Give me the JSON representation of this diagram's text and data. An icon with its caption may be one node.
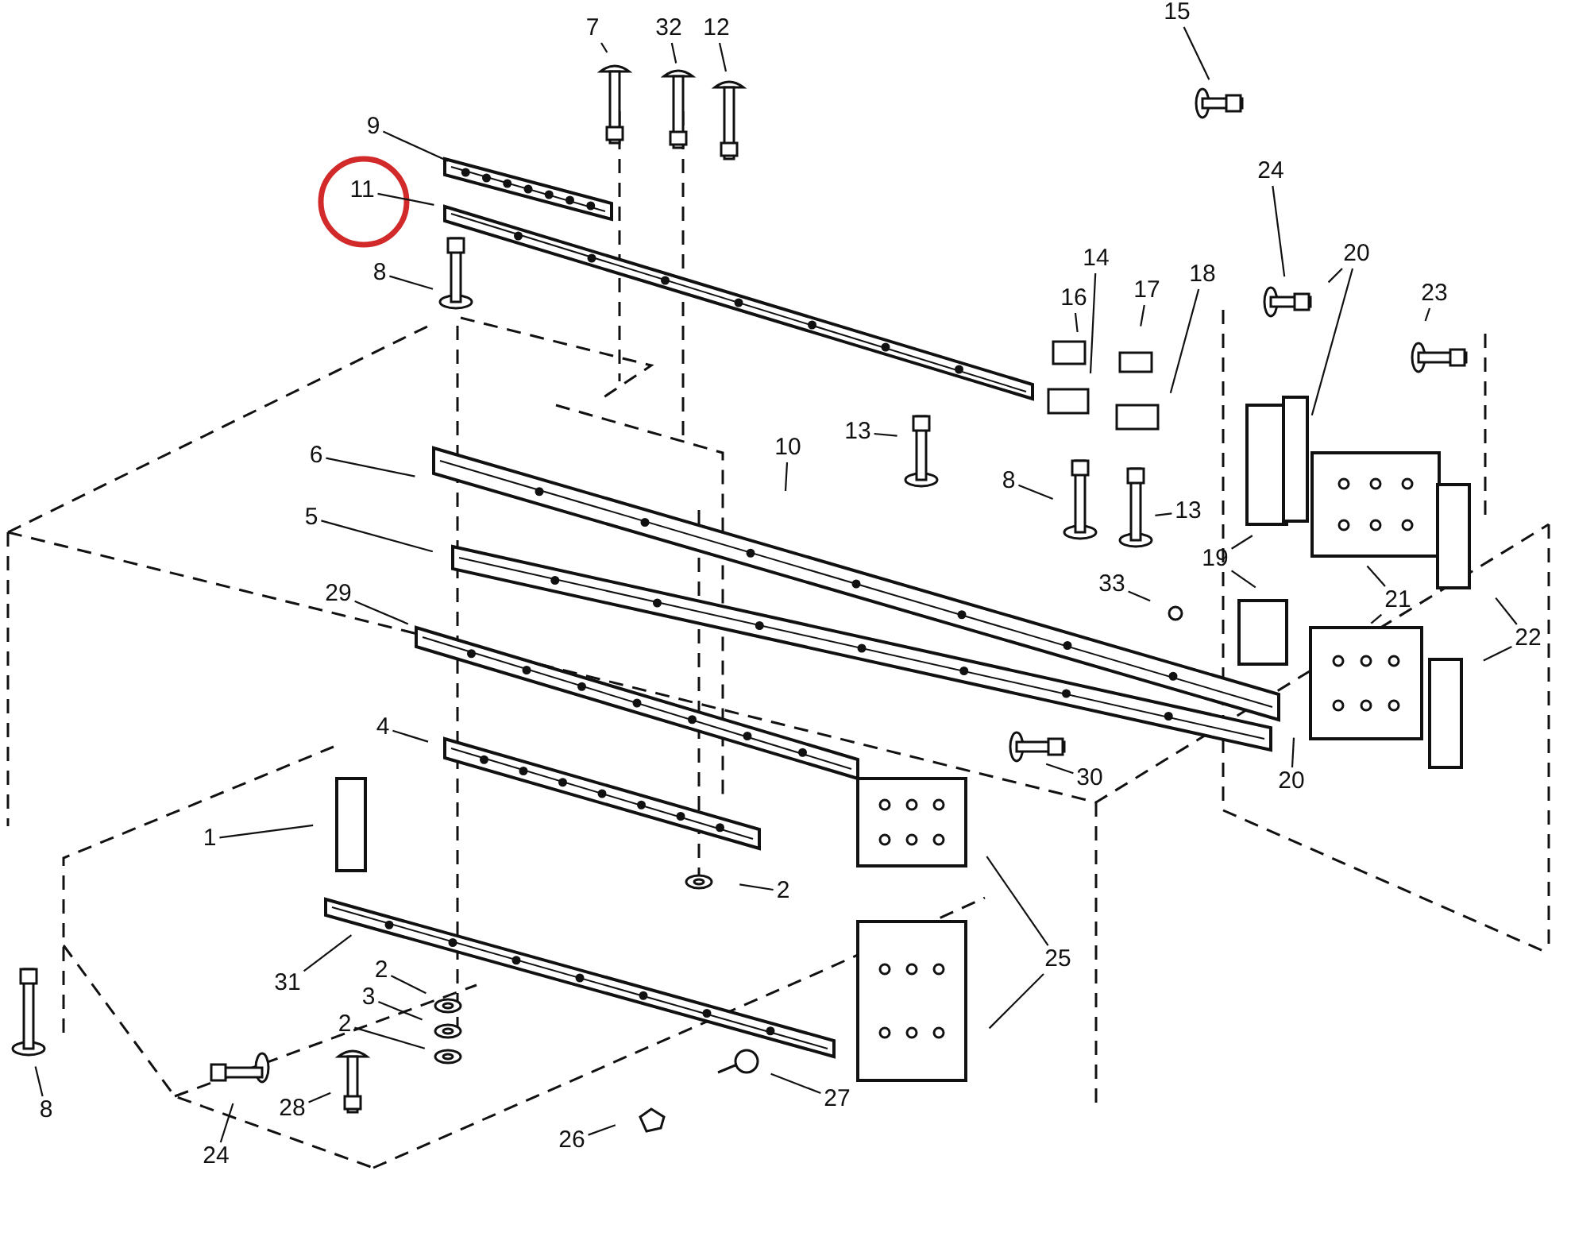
{
  "diagram": {
    "nodes": [
      {
        "text": [
          "7"
        ]
      },
      {
        "text": [
          "32"
        ]
      },
      {
        "text": [
          "12"
        ]
      },
      {
        "text": [
          "15"
        ]
      },
      {
        "text": [
          "9"
        ]
      },
      {
        "text": [
          "11"
        ]
      },
      {
        "text": [
          "8"
        ]
      },
      {
        "text": [
          "24"
        ]
      },
      {
        "text": [
          "20"
        ]
      },
      {
        "text": [
          "23"
        ]
      },
      {
        "text": [
          "16"
        ]
      },
      {
        "text": [
          "14"
        ]
      },
      {
        "text": [
          "17"
        ]
      },
      {
        "text": [
          "18"
        ]
      },
      {
        "text": [
          "13"
        ]
      },
      {
        "text": [
          "10"
        ]
      },
      {
        "text": [
          "6"
        ]
      },
      {
        "text": [
          "8"
        ]
      },
      {
        "text": [
          "13"
        ]
      },
      {
        "text": [
          "5"
        ]
      },
      {
        "text": [
          "19"
        ]
      },
      {
        "text": [
          "33"
        ]
      },
      {
        "text": [
          "21"
        ]
      },
      {
        "text": [
          "29"
        ]
      },
      {
        "text": [
          "22"
        ]
      },
      {
        "text": [
          "4"
        ]
      },
      {
        "text": [
          "30"
        ]
      },
      {
        "text": [
          "20"
        ]
      },
      {
        "text": [
          "1"
        ]
      },
      {
        "text": [
          "2"
        ]
      },
      {
        "text": [
          "25"
        ]
      },
      {
        "text": [
          "31"
        ]
      },
      {
        "text": [
          "2"
        ]
      },
      {
        "text": [
          "3"
        ]
      },
      {
        "text": [
          "2"
        ]
      },
      {
        "text": [
          "8"
        ]
      },
      {
        "text": [
          "24"
        ]
      },
      {
        "text": [
          "28"
        ]
      },
      {
        "text": [
          "27"
        ]
      },
      {
        "text": [
          "26"
        ]
      }
    ],
    "edges": [
      {
        "from": 0,
        "to": null,
        "arrow": "none"
      },
      {
        "from": 1,
        "to": null,
        "arrow": "none"
      },
      {
        "from": 2,
        "to": null,
        "arrow": "none"
      },
      {
        "from": 3,
        "to": null,
        "arrow": "none"
      },
      {
        "from": 4,
        "to": null,
        "arrow": "none"
      },
      {
        "from": 5,
        "to": null,
        "arrow": "none"
      },
      {
        "from": 6,
        "to": null,
        "arrow": "none"
      },
      {
        "from": 7,
        "to": null,
        "arrow": "none"
      },
      {
        "from": 8,
        "to": null,
        "arrow": "none"
      },
      {
        "from": 8,
        "to": null,
        "arrow": "none"
      },
      {
        "from": 9,
        "to": null,
        "arrow": "none"
      },
      {
        "from": 10,
        "to": null,
        "arrow": "none"
      },
      {
        "from": 11,
        "to": null,
        "arrow": "none"
      },
      {
        "from": 12,
        "to": null,
        "arrow": "none"
      },
      {
        "from": 13,
        "to": null,
        "arrow": "none"
      },
      {
        "from": 14,
        "to": null,
        "arrow": "none"
      },
      {
        "from": 15,
        "to": null,
        "arrow": "none"
      },
      {
        "from": 16,
        "to": null,
        "arrow": "none"
      },
      {
        "from": 17,
        "to": null,
        "arrow": "none"
      },
      {
        "from": 18,
        "to": null,
        "arrow": "none"
      },
      {
        "from": 19,
        "to": null,
        "arrow": "none"
      },
      {
        "from": 20,
        "to": null,
        "arrow": "none"
      },
      {
        "from": 20,
        "to": null,
        "arrow": "none"
      },
      {
        "from": 21,
        "to": null,
        "arrow": "none"
      },
      {
        "from": 22,
        "to": null,
        "arrow": "none"
      },
      {
        "from": 22,
        "to": null,
        "arrow": "none"
      },
      {
        "from": 23,
        "to": null,
        "arrow": "none"
      },
      {
        "from": 24,
        "to": null,
        "arrow": "none"
      },
      {
        "from": 24,
        "to": null,
        "arrow": "none"
      },
      {
        "from": 25,
        "to": null,
        "arrow": "none"
      },
      {
        "from": 26,
        "to": null,
        "arrow": "none"
      },
      {
        "from": 27,
        "to": null,
        "arrow": "none"
      },
      {
        "from": 28,
        "to": null,
        "arrow": "none"
      },
      {
        "from": 29,
        "to": null,
        "arrow": "none"
      },
      {
        "from": 30,
        "to": null,
        "arrow": "none"
      },
      {
        "from": 30,
        "to": null,
        "arrow": "none"
      },
      {
        "from": 31,
        "to": null,
        "arrow": "none"
      },
      {
        "from": 32,
        "to": null,
        "arrow": "none"
      },
      {
        "from": 33,
        "to": null,
        "arrow": "none"
      },
      {
        "from": 34,
        "to": null,
        "arrow": "none"
      },
      {
        "from": 35,
        "to": null,
        "arrow": "none"
      },
      {
        "from": 36,
        "to": null,
        "arrow": "none"
      },
      {
        "from": 37,
        "to": null,
        "arrow": "none"
      },
      {
        "from": 38,
        "to": null,
        "arrow": "none"
      },
      {
        "from": 39,
        "to": null,
        "arrow": "none"
      }
    ]
  }
}
